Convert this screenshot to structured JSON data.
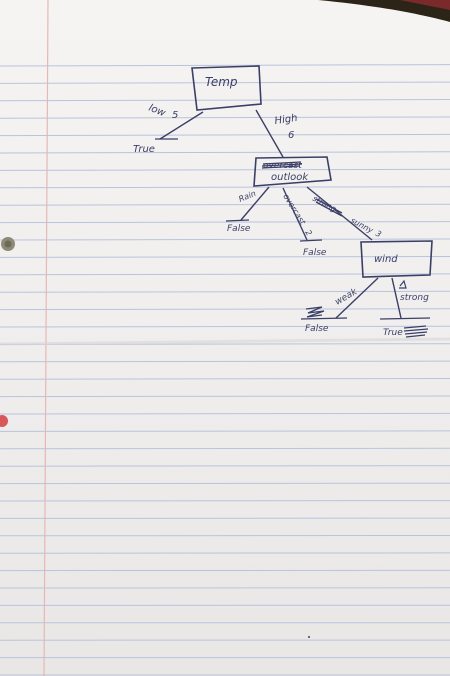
{
  "diagram": {
    "type": "decision-tree",
    "nodes": {
      "temp": {
        "label": "Temp"
      },
      "outlook": {
        "label": "outlook",
        "crossed_out_label": "overcast"
      },
      "wind": {
        "label": "wind"
      }
    },
    "edges": {
      "low": {
        "label": "low",
        "count": "5"
      },
      "high": {
        "label": "High",
        "count": "6"
      },
      "rain": {
        "label": "Rain"
      },
      "overcast": {
        "label": "overcast",
        "count": "2"
      },
      "sunny": {
        "label": "sunny",
        "count": "3",
        "crossed_out_label": "strong"
      },
      "weak": {
        "label": "weak"
      },
      "strong": {
        "label": "strong"
      }
    },
    "leaves": {
      "true_low": "True",
      "false_rain": "False",
      "false_overcast": "False",
      "false_weak": "False",
      "true_strong": "True"
    }
  },
  "colors": {
    "ink": "#3b3f66",
    "rule_line": "#b9c3dc",
    "margin_line": "#e6b7b5",
    "binder_hole": "#8d8a76",
    "binder_hole_red": "#d8585a"
  }
}
